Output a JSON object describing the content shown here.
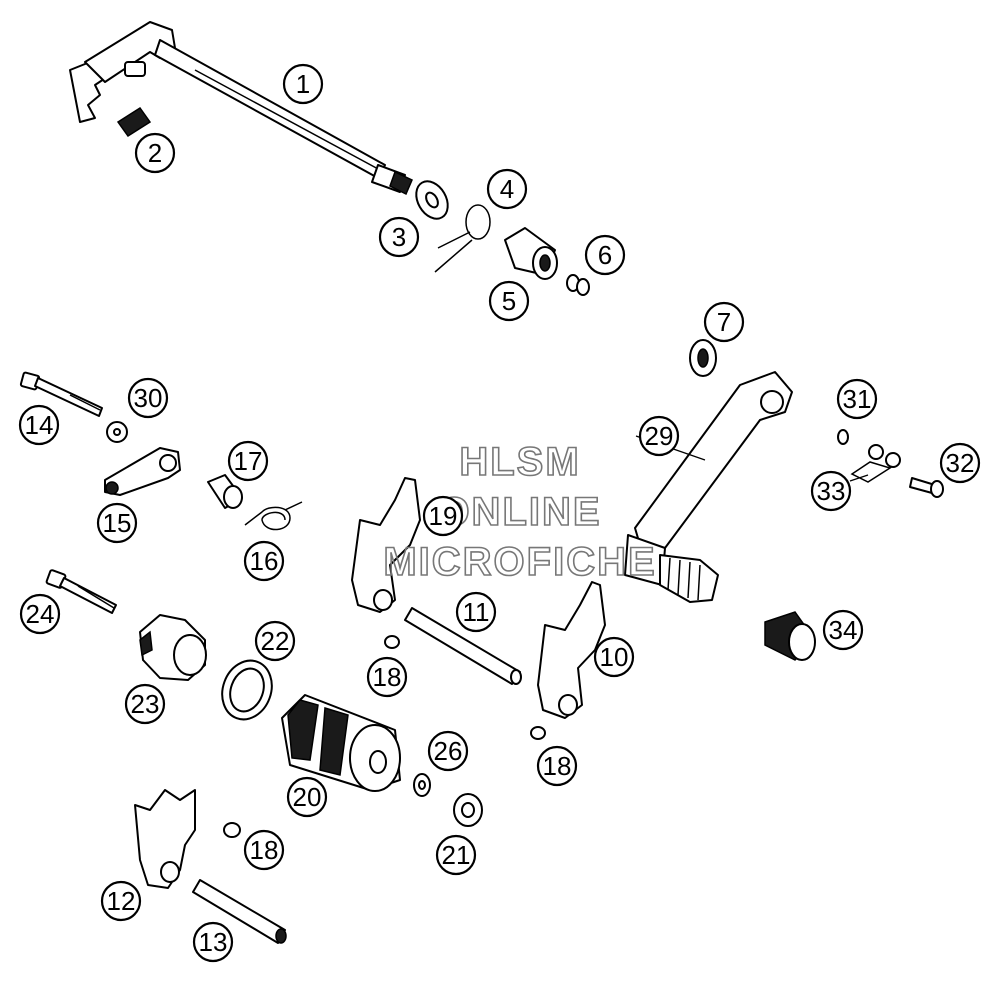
{
  "watermark": {
    "line1": "HLSM",
    "line2": "ONLINE",
    "line3": "MICROFICHE"
  },
  "callouts": [
    {
      "id": "c1",
      "label": "1"
    },
    {
      "id": "c2",
      "label": "2"
    },
    {
      "id": "c3",
      "label": "3"
    },
    {
      "id": "c4",
      "label": "4"
    },
    {
      "id": "c5",
      "label": "5"
    },
    {
      "id": "c6",
      "label": "6"
    },
    {
      "id": "c7",
      "label": "7"
    },
    {
      "id": "c29",
      "label": "29"
    },
    {
      "id": "c31",
      "label": "31"
    },
    {
      "id": "c32",
      "label": "32"
    },
    {
      "id": "c33",
      "label": "33"
    },
    {
      "id": "c34",
      "label": "34"
    },
    {
      "id": "c14",
      "label": "14"
    },
    {
      "id": "c30",
      "label": "30"
    },
    {
      "id": "c15",
      "label": "15"
    },
    {
      "id": "c17",
      "label": "17"
    },
    {
      "id": "c16",
      "label": "16"
    },
    {
      "id": "c19",
      "label": "19"
    },
    {
      "id": "c11",
      "label": "11"
    },
    {
      "id": "c10",
      "label": "10"
    },
    {
      "id": "c24",
      "label": "24"
    },
    {
      "id": "c22",
      "label": "22"
    },
    {
      "id": "c23",
      "label": "23"
    },
    {
      "id": "c18a",
      "label": "18"
    },
    {
      "id": "c18b",
      "label": "18"
    },
    {
      "id": "c26",
      "label": "26"
    },
    {
      "id": "c20",
      "label": "20"
    },
    {
      "id": "c18c",
      "label": "18"
    },
    {
      "id": "c21",
      "label": "21"
    },
    {
      "id": "c12",
      "label": "12"
    },
    {
      "id": "c13",
      "label": "13"
    }
  ]
}
